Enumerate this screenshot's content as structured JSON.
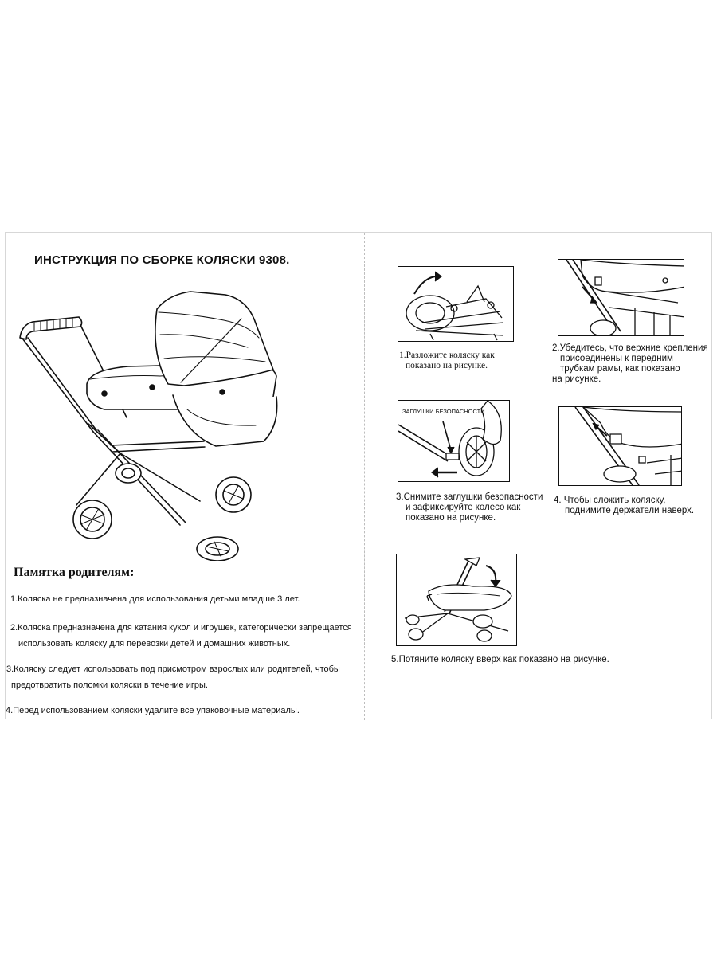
{
  "title": "ИНСТРУКЦИЯ ПО СБОРКЕ КОЛЯСКИ 9308.",
  "reminder": {
    "heading": "Памятка родителям:",
    "items": [
      {
        "line1": "1.Коляска не предназначена для использования детьми младше 3 лет.",
        "line2": ""
      },
      {
        "line1": "2.Коляска предназначена для катания кукол и игрушек, категорически запрещается",
        "line2": "использовать коляску для перевозки детей и домашних животных."
      },
      {
        "line1": "3.Коляску следует использовать под присмотром взрослых или родителей, чтобы",
        "line2": "предотвратить поломки коляски в течение игры."
      },
      {
        "line1": "4.Перед использованием коляски удалите все упаковочные материалы.",
        "line2": ""
      }
    ]
  },
  "steps": [
    {
      "lines": [
        "1.Разложите коляску как",
        "показано на рисунке."
      ]
    },
    {
      "lines": [
        "2.Убедитесь, что верхние крепления",
        "присоединены к передним",
        "трубкам рамы, как показано",
        "на рисунке."
      ]
    },
    {
      "lines": [
        "3.Снимите заглушки безопасности",
        "и зафиксируйте колесо как",
        "показано на рисунке."
      ],
      "label": "ЗАГЛУШКИ БЕЗОПАСНОСТИ"
    },
    {
      "lines": [
        "4. Чтобы сложить коляску,",
        "поднимите держатели наверх."
      ]
    },
    {
      "lines": [
        "5.Потяните коляску вверх как показано на рисунке."
      ]
    }
  ]
}
